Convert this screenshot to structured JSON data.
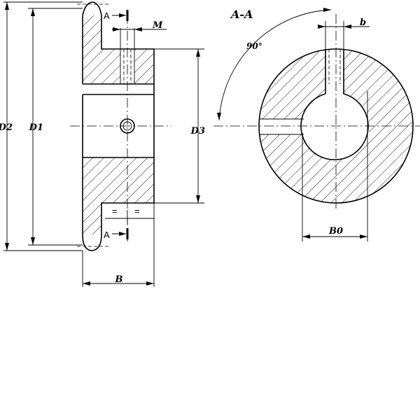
{
  "drawing": {
    "section_title": "A-A",
    "section_marker": "A",
    "angle_label": "90°",
    "equal_mark": "=",
    "dimensions": {
      "d2": "D2",
      "d1": "D1",
      "d3": "D3",
      "m": "M",
      "b_width": "B",
      "b_key": "b",
      "b0": "B0"
    }
  }
}
